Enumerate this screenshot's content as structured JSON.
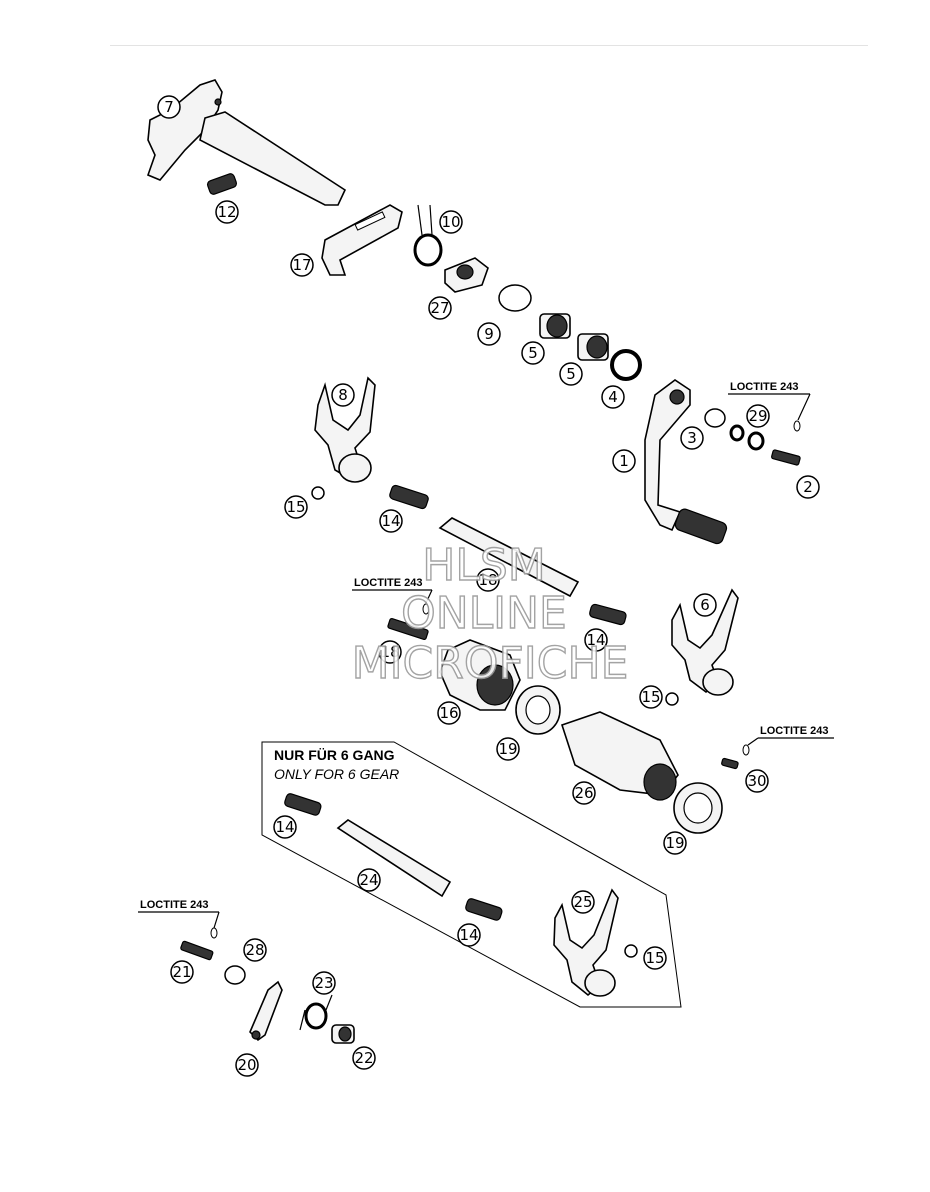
{
  "callouts": [
    "7",
    "12",
    "17",
    "10",
    "27",
    "9",
    "5",
    "5",
    "4",
    "8",
    "3",
    "29",
    "1",
    "2",
    "15",
    "14",
    "18",
    "18",
    "14",
    "6",
    "16",
    "15",
    "19",
    "26",
    "30",
    "19",
    "14",
    "24",
    "14",
    "25",
    "15",
    "21",
    "28",
    "23",
    "20",
    "22"
  ],
  "loctite": {
    "a": "LOCTITE 243",
    "b": "LOCTITE 243",
    "c": "LOCTITE 243",
    "d": "LOCTITE 243"
  },
  "note": {
    "de": "NUR FÜR 6 GANG",
    "en": "ONLY FOR 6 GEAR"
  },
  "watermark": {
    "line1": "HLSM",
    "line2": "ONLINE",
    "line3": "MICROFICHE"
  },
  "colors": {
    "ink": "#000000",
    "background": "#ffffff",
    "watermark_outline": "#9a9a9a"
  }
}
